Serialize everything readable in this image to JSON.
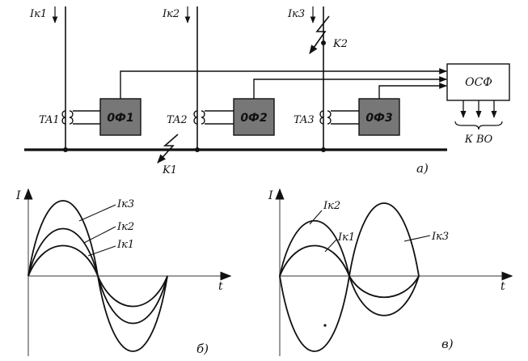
{
  "schematic": {
    "currents": [
      "Iк1",
      "Iк2",
      "Iк3"
    ],
    "transformers": [
      "TA1",
      "TA2",
      "TA3"
    ],
    "filters": [
      "0Ф1",
      "0Ф2",
      "0Ф3"
    ],
    "faults": [
      "K1",
      "K2"
    ],
    "comparator": "ОСФ",
    "output": "К ВО",
    "caption": "а)"
  },
  "plot_b": {
    "y_axis": "I",
    "x_axis": "t",
    "curves": [
      "Iк3",
      "Iк2",
      "Iк1"
    ],
    "caption": "б)"
  },
  "plot_v": {
    "y_axis": "I",
    "x_axis": "t",
    "curves": [
      "Iк2",
      "Iк1",
      "Iк3"
    ],
    "caption": "в)"
  },
  "colors": {
    "ink": "#111111",
    "filter_fill": "#777777",
    "axis_gray": "#9a9a9a"
  }
}
